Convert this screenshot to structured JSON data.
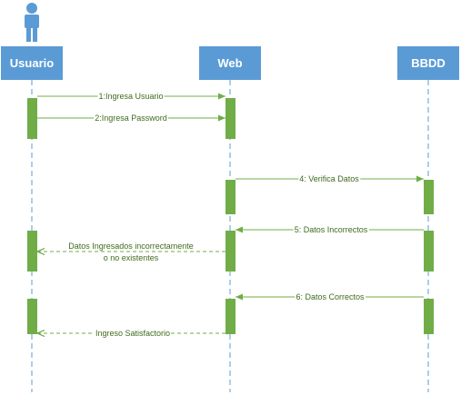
{
  "colors": {
    "participant_fill": "#5b9bd5",
    "lifeline": "#5b9bd5",
    "activation": "#70ad47",
    "message": "#70ad47",
    "label_text": "#3f6b1d",
    "actor": "#5b9bd5"
  },
  "actor_icon": "person-icon",
  "participants": [
    {
      "id": "usuario",
      "label": "Usuario"
    },
    {
      "id": "web",
      "label": "Web"
    },
    {
      "id": "bbdd",
      "label": "BBDD"
    }
  ],
  "messages": [
    {
      "from": "usuario",
      "to": "web",
      "style": "solid",
      "lines": [
        "1:Ingresa Usuario"
      ]
    },
    {
      "from": "usuario",
      "to": "web",
      "style": "solid",
      "lines": [
        "2:Ingresa Password"
      ]
    },
    {
      "from": "web",
      "to": "bbdd",
      "style": "solid",
      "lines": [
        "4: Verifica Datos"
      ]
    },
    {
      "from": "bbdd",
      "to": "web",
      "style": "solid",
      "lines": [
        "5: Datos Incorrectos"
      ]
    },
    {
      "from": "web",
      "to": "usuario",
      "style": "dashed",
      "lines": [
        "Datos Ingresados incorrectamente",
        "o no existentes"
      ]
    },
    {
      "from": "bbdd",
      "to": "web",
      "style": "solid",
      "lines": [
        "6: Datos Correctos"
      ]
    },
    {
      "from": "web",
      "to": "usuario",
      "style": "dashed",
      "lines": [
        "Ingreso Satisfactorio"
      ]
    }
  ]
}
